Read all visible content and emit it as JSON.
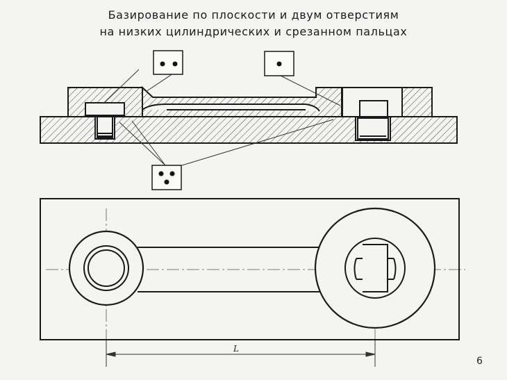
{
  "title": {
    "line1": "Базирование по плоскости и двум отверстиям",
    "line2": "на низких цилиндрических и срезанном пальцах"
  },
  "dimension_label": "L",
  "page_number": "6",
  "symbol_boxes": {
    "two_dots": {
      "dots": 2
    },
    "one_dot": {
      "dots": 1
    },
    "three_dots": {
      "dots": 3
    }
  },
  "colors": {
    "ink": "#1a1a1a",
    "paper": "#f4f4f2"
  }
}
